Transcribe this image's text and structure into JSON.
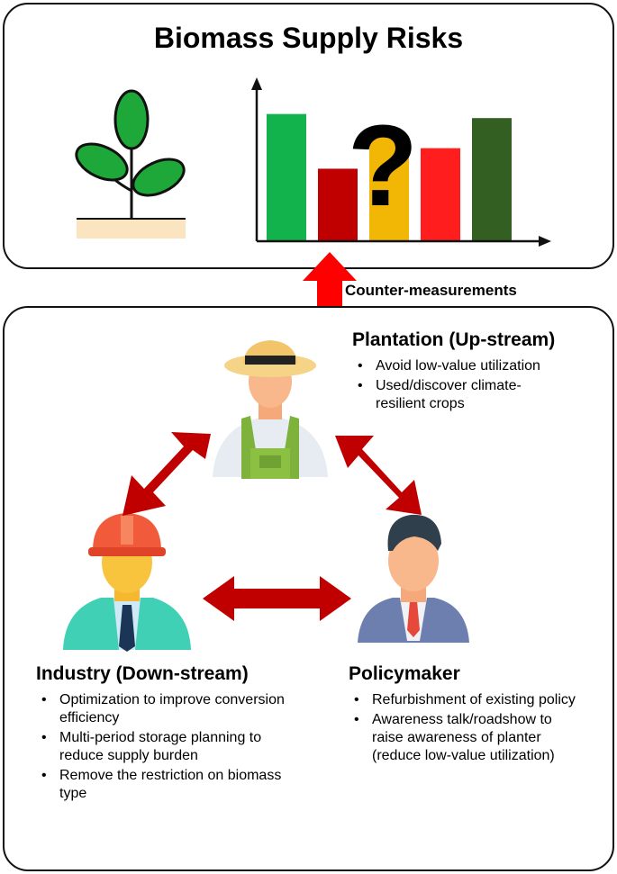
{
  "title": "Biomass Supply Risks",
  "counter_label": "Counter-measurements",
  "question_mark": "?",
  "colors": {
    "bar_green": "#12b24d",
    "bar_darkred": "#c00000",
    "bar_amber": "#f2b705",
    "bar_red": "#ff1d1d",
    "bar_darkgreen": "#335f22",
    "arrow_red": "#c00000",
    "up_arrow": "#ff0000",
    "leaf": "#1fa83a",
    "soil": "#fbe5c0"
  },
  "chart_data": {
    "type": "bar",
    "values": [
      0.93,
      0.53,
      0.77,
      0.68,
      0.9
    ],
    "colors": [
      "#12b24d",
      "#c00000",
      "#f2b705",
      "#ff1d1d",
      "#335f22"
    ]
  },
  "plantation": {
    "heading": "Plantation (Up-stream)",
    "items": [
      "Avoid low-value utilization",
      "Used/discover climate-resilient crops"
    ]
  },
  "industry": {
    "heading": "Industry (Down-stream)",
    "items": [
      "Optimization to improve conversion efficiency",
      "Multi-period storage planning to reduce supply burden",
      "Remove the restriction on biomass type"
    ]
  },
  "policymaker": {
    "heading": "Policymaker",
    "items": [
      "Refurbishment of existing policy",
      "Awareness talk/roadshow to raise awareness of planter (reduce low-value utilization)"
    ]
  }
}
